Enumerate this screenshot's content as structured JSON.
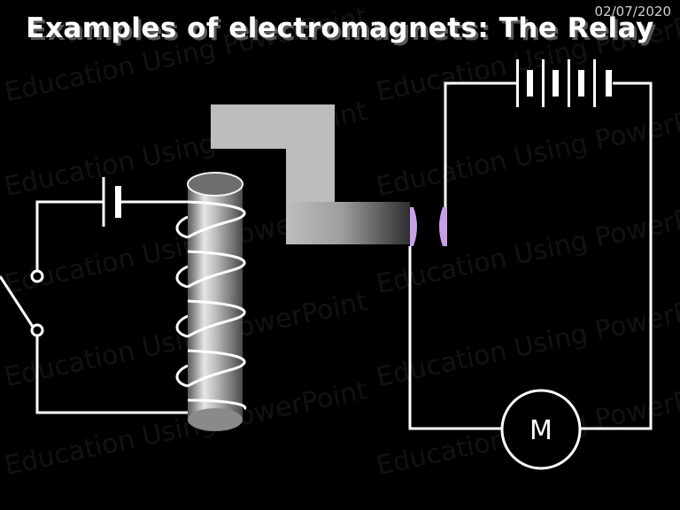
{
  "slide": {
    "title": "Examples of electromagnets: The Relay",
    "date": "02/07/2020",
    "watermark": "Education Using PowerPoint"
  },
  "diagram": {
    "motor_label": "M",
    "colors": {
      "background": "#000000",
      "wire": "#ffffff",
      "contacts": "#c9a0e8",
      "iron": "#bdbdbd"
    }
  }
}
